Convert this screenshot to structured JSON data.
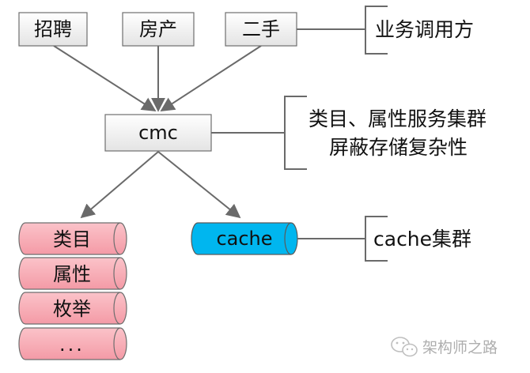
{
  "business_callers": {
    "items": [
      "招聘",
      "房产",
      "二手"
    ],
    "note": "业务调用方"
  },
  "cmc": {
    "label": "cmc",
    "note_line1": "类目、属性服务集群",
    "note_line2": "屏蔽存储复杂性"
  },
  "storage": {
    "items": [
      "类目",
      "属性",
      "枚举",
      "..."
    ]
  },
  "cache": {
    "label": "cache",
    "note": "cache集群"
  },
  "watermark": {
    "text": "架构师之路"
  },
  "colors": {
    "storage_fill": "#f9aab4",
    "cache_fill": "#00b6ef",
    "box_fill_top": "#ffffff",
    "box_fill_bottom": "#e4e4e4",
    "edge": "#6a6a6a"
  }
}
